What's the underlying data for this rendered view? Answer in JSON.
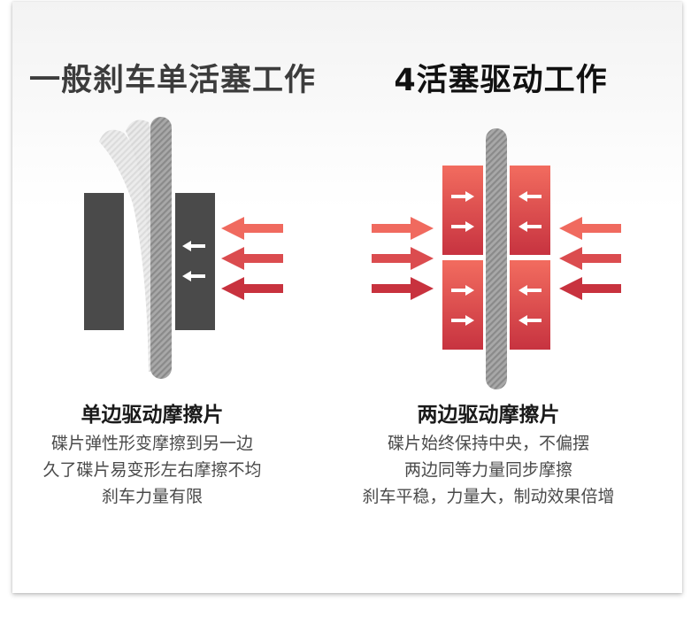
{
  "left": {
    "title": "一般刹车单活塞工作",
    "subtitle": "单边驱动摩擦片",
    "lines": [
      "碟片弹性形变摩擦到另一边",
      "久了碟片易变形左右摩擦不均",
      "刹车力量有限"
    ]
  },
  "right": {
    "title": "4活塞驱动工作",
    "subtitle": "两边驱动摩擦片",
    "lines": [
      "碟片始终保持中央，不偏摆",
      "两边同等力量同步摩擦",
      "刹车平稳，力量大，制动效果倍增"
    ]
  },
  "colors": {
    "pad_dark": "#4a4a4a",
    "arrow_light": "#f06a5f",
    "arrow_dark": "#c8323e",
    "disc": "#9a9a9a"
  },
  "icons": [
    "disc-rotor-icon",
    "brake-pad-icon",
    "force-arrow-icon",
    "piston-icon"
  ]
}
